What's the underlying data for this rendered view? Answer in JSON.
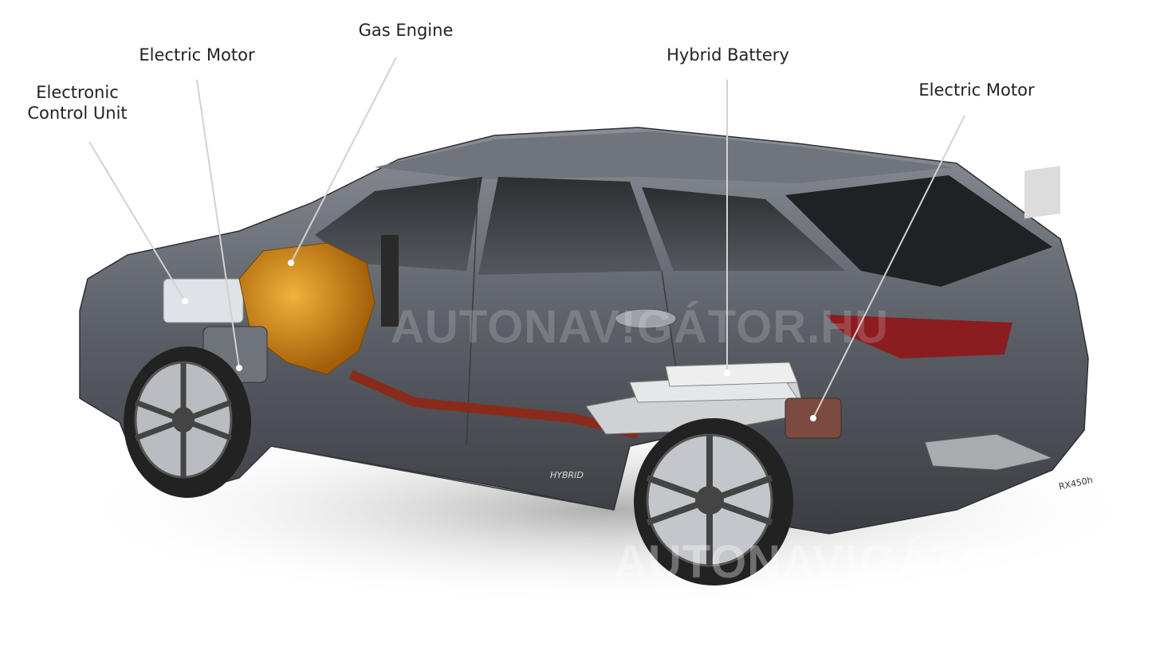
{
  "labels": {
    "ecu_line1": "Electronic",
    "ecu_line2": "Control Unit",
    "front_motor": "Electric Motor",
    "gas_engine": "Gas Engine",
    "hybrid_battery": "Hybrid Battery",
    "rear_motor": "Electric Motor"
  },
  "car": {
    "badge": "HYBRID",
    "plate": "RX450h"
  },
  "watermark": "AUTONAV!GÁTOR.HU",
  "colors": {
    "body": "#5b5f66",
    "engine": "#d98a12",
    "battery": "#d8d8d8",
    "cable": "#8a2a1a",
    "leader": "#cfcfcf"
  }
}
